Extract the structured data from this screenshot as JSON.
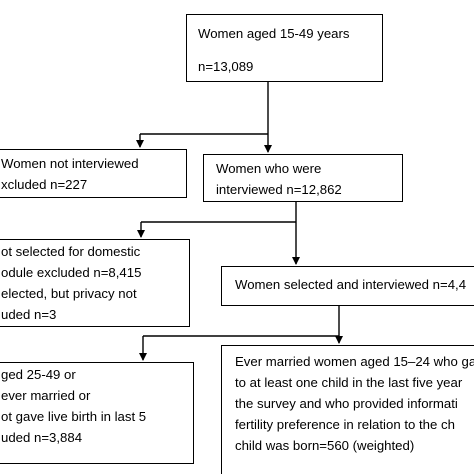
{
  "boxes": {
    "total": {
      "line1": "Women aged 15-49 years",
      "line2": "n=13,089"
    },
    "not_interviewed": {
      "line1": "Women not interviewed",
      "line2": "xcluded n=227"
    },
    "interviewed": {
      "line1": "Women who were",
      "line2": "interviewed n=12,862"
    },
    "not_selected": {
      "line1": "ot selected for domestic",
      "line2": "odule excluded n=8,415",
      "line3": "elected, but privacy not",
      "line4": "uded n=3"
    },
    "selected": {
      "line1": "Women selected and interviewed n=4,4"
    },
    "excluded_criteria": {
      "line1": "ged 25-49 or",
      "line2": "ever married or",
      "line3": "ot gave live birth in last 5",
      "line4": "uded n=3,884"
    },
    "final": {
      "line1": "Ever married women aged 15–24 who ga",
      "line2": "to at least one child in the last five year",
      "line3": "the survey and who provided informati",
      "line4": "fertility preference in relation to the ch",
      "line5": "child was born=560 (weighted)"
    }
  },
  "colors": {
    "stroke": "#000000",
    "background": "#ffffff"
  }
}
